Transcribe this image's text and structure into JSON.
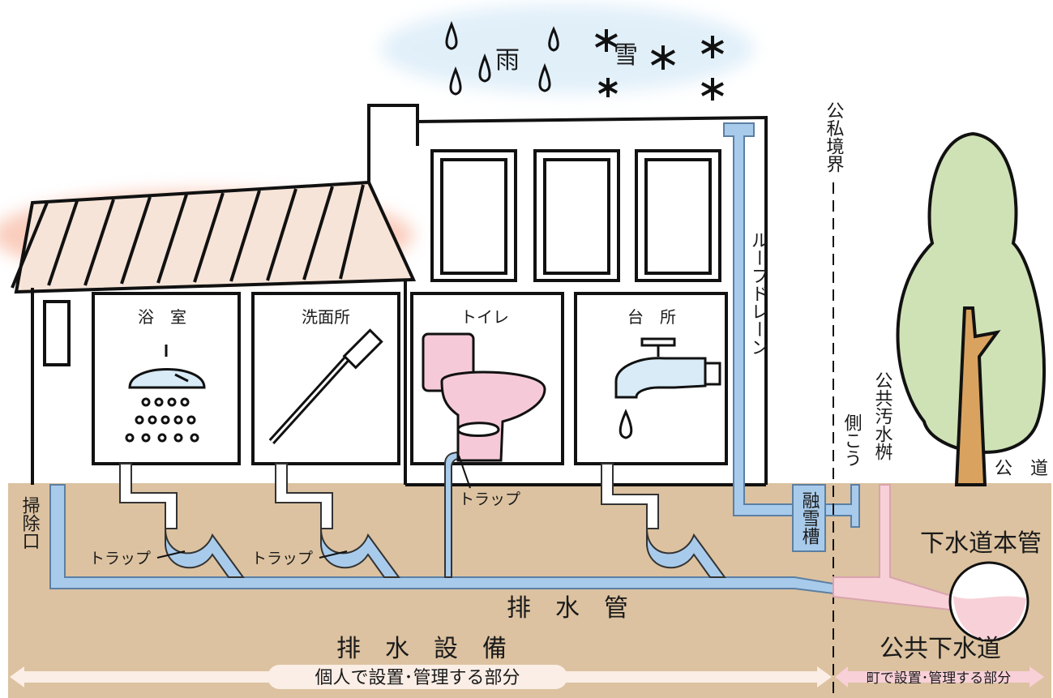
{
  "colors": {
    "ground": "#dcc2a0",
    "pipe": "#a9cbeb",
    "public_pipe": "#f8d0d8",
    "arrow": "#fbeee6",
    "roof": "#f28b6a",
    "tree_green": "#b8d69a",
    "tree_trunk": "#d9a35f",
    "toilet": "#f6c9d9"
  },
  "weather": {
    "rain": "雨",
    "snow": "雪"
  },
  "rooms": {
    "bath": "浴　室",
    "washroom": "洗面所",
    "toilet": "トイレ",
    "kitchen": "台　所"
  },
  "labels": {
    "trap": "トラップ",
    "roof_drain": "ルーフドレーン",
    "boundary": "公私境界",
    "cleanout": "掃除口",
    "snow_tank": "融雪槽",
    "gutter": "側こう",
    "public_basin": "公共汚水桝",
    "road": "公　道",
    "main_sewer": "下水道本管",
    "drain_pipe": "排　水　管",
    "drainage_facilities": "排　水　設　備",
    "public_sewer": "公共下水道",
    "private_part": "個人で設置･管理する部分",
    "town_part": "町で設置･管理する部分"
  }
}
